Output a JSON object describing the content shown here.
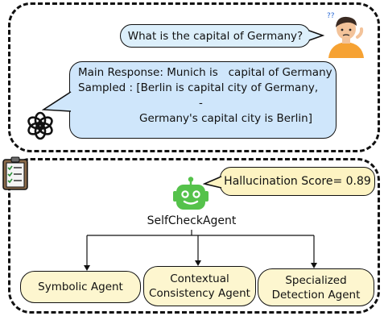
{
  "question": "What is the capital of Germany?",
  "user_mark": "??",
  "response": {
    "main": "Main Response: Munich is   capital of Germany",
    "sampled_1": "Sampled : [Berlin is capital city of Germany,",
    "separator": "-",
    "sampled_2": "Germany's capital city is Berlin]"
  },
  "score": "Hallucination Score= 0.89",
  "agent": "SelfCheckAgent",
  "sub_agents": [
    {
      "line1": "Symbolic Agent",
      "line2": ""
    },
    {
      "line1": "Contextual",
      "line2": "Consistency Agent"
    },
    {
      "line1": "Specialized",
      "line2": "Detection Agent"
    }
  ],
  "colors": {
    "question_bubble": "#dceffb",
    "response_bubble": "#cfe6fb",
    "score_bubble": "#fdf3c2",
    "agent_box": "#fdf6cf",
    "robot": "#55c24b"
  },
  "icons": [
    "user-icon",
    "chatgpt-logo-icon",
    "checklist-clipboard-icon",
    "robot-icon"
  ]
}
